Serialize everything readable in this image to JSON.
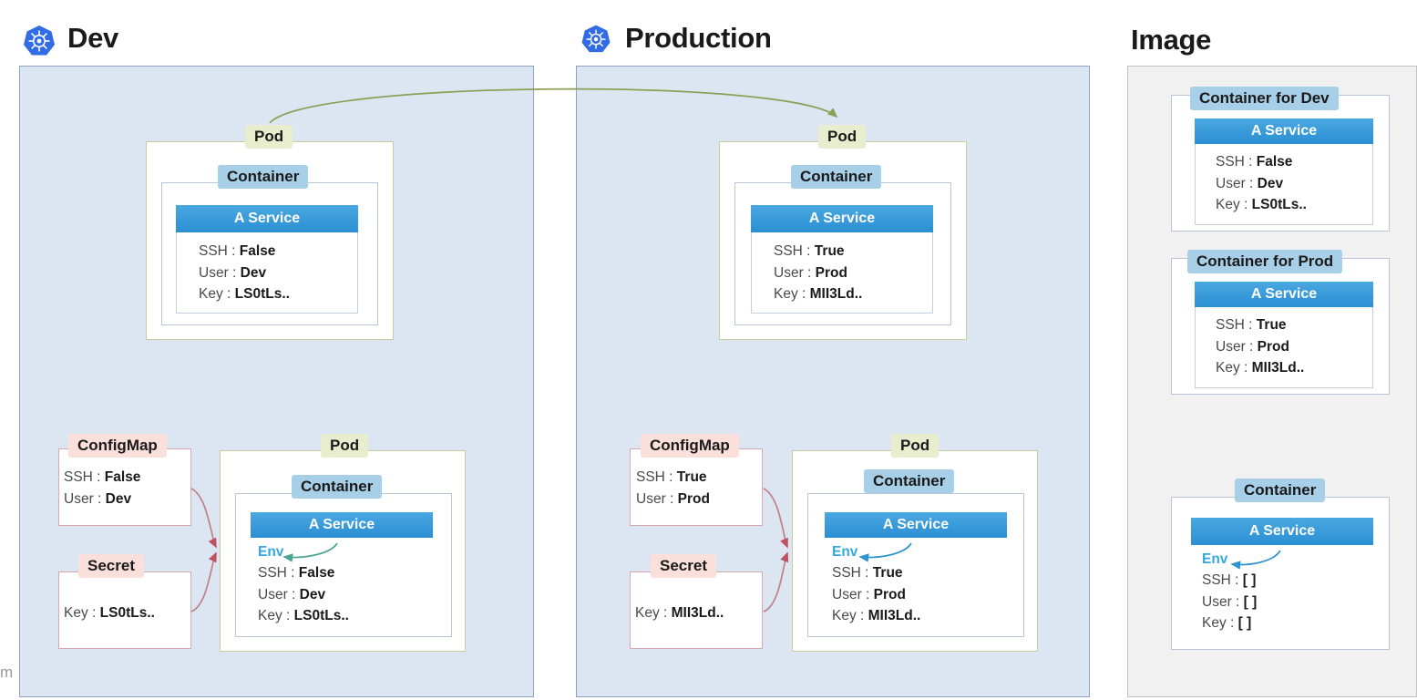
{
  "panels": {
    "dev": {
      "title": "Dev",
      "icon": "kubernetes-icon",
      "top_pod": {
        "pod_label": "Pod",
        "container_label": "Container",
        "service": {
          "header": "A Service",
          "rows": [
            {
              "key": "SSH  :",
              "value": "False"
            },
            {
              "key": "User :",
              "value": "Dev"
            },
            {
              "key": "Key  :",
              "value": "LS0tLs.."
            }
          ]
        }
      },
      "configmap": {
        "label": "ConfigMap",
        "rows": [
          {
            "key": "SSH  :",
            "value": "False"
          },
          {
            "key": "User :",
            "value": "Dev"
          }
        ]
      },
      "secret": {
        "label": "Secret",
        "rows": [
          {
            "key": "Key :",
            "value": "LS0tLs.."
          }
        ]
      },
      "bottom_pod": {
        "pod_label": "Pod",
        "container_label": "Container",
        "service": {
          "header": "A Service",
          "env_label": "Env",
          "rows": [
            {
              "key": "SSH  :",
              "value": "False"
            },
            {
              "key": "User :",
              "value": "Dev"
            },
            {
              "key": "Key  :",
              "value": "LS0tLs.."
            }
          ]
        }
      }
    },
    "production": {
      "title": "Production",
      "icon": "kubernetes-icon",
      "top_pod": {
        "pod_label": "Pod",
        "container_label": "Container",
        "service": {
          "header": "A Service",
          "rows": [
            {
              "key": "SSH  :",
              "value": "True"
            },
            {
              "key": "User :",
              "value": "Prod"
            },
            {
              "key": "Key  :",
              "value": "MII3Ld.."
            }
          ]
        }
      },
      "configmap": {
        "label": "ConfigMap",
        "rows": [
          {
            "key": "SSH  :",
            "value": "True"
          },
          {
            "key": "User :",
            "value": "Prod"
          }
        ]
      },
      "secret": {
        "label": "Secret",
        "rows": [
          {
            "key": "Key :",
            "value": "MII3Ld.."
          }
        ]
      },
      "bottom_pod": {
        "pod_label": "Pod",
        "container_label": "Container",
        "service": {
          "header": "A Service",
          "env_label": "Env",
          "rows": [
            {
              "key": "SSH  :",
              "value": "True"
            },
            {
              "key": "User :",
              "value": "Prod"
            },
            {
              "key": "Key  :",
              "value": "MII3Ld.."
            }
          ]
        }
      }
    },
    "image": {
      "title": "Image",
      "container_dev": {
        "label": "Container for Dev",
        "service": {
          "header": "A Service",
          "rows": [
            {
              "key": "SSH  :",
              "value": "False"
            },
            {
              "key": "User :",
              "value": "Dev"
            },
            {
              "key": "Key  :",
              "value": "LS0tLs.."
            }
          ]
        }
      },
      "container_prod": {
        "label": "Container for Prod",
        "service": {
          "header": "A Service",
          "rows": [
            {
              "key": "SSH  :",
              "value": "True"
            },
            {
              "key": "User :",
              "value": "Prod"
            },
            {
              "key": "Key  :",
              "value": "MII3Ld.."
            }
          ]
        }
      },
      "container_generic": {
        "label": "Container",
        "service": {
          "header": "A Service",
          "env_label": "Env",
          "rows": [
            {
              "key": "SSH  :",
              "value": "[      ]"
            },
            {
              "key": "User :",
              "value": "[      ]"
            },
            {
              "key": "Key  :",
              "value": "[      ]"
            }
          ]
        }
      }
    }
  },
  "edge_artifact": "m",
  "colors": {
    "kubernetes_blue": "#326CE5",
    "panel_bg": "#dce5f2",
    "panel_border": "#8fa3c0",
    "image_bg": "#f1f1f1",
    "pod_border": "#c4cf9a",
    "pod_chip": "#e8edcd",
    "container_chip": "#a8cfe8",
    "service_blue": "#2b8fd4",
    "config_border": "#d7a8ac",
    "config_chip": "#fadfda",
    "arrow_green": "#7f9a4a",
    "arrow_pink": "#c08088",
    "env_text": "#37a8dd"
  }
}
